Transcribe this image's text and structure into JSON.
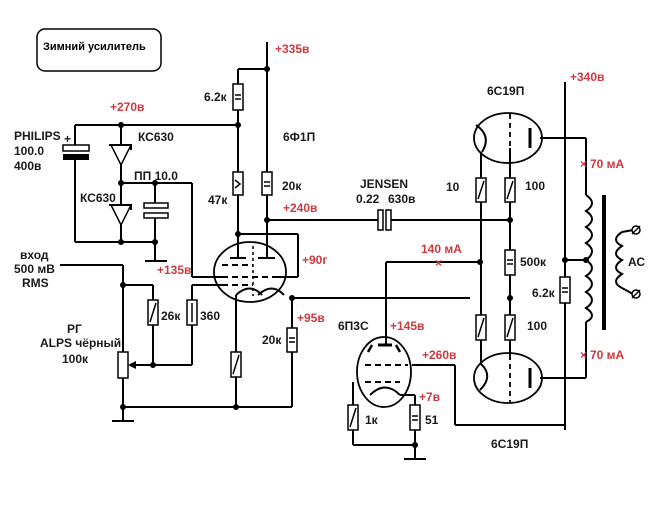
{
  "title": "Зимний усилитель",
  "colors": {
    "wire": "#000000",
    "voltage_label": "#cc3a40",
    "text": "#1a1a1a",
    "background": "#ffffff"
  },
  "tubes": {
    "driver": "6Ф1П",
    "output_upper": "6С19П",
    "output_lower": "6С19П",
    "regulator": "6П3С"
  },
  "voltages": {
    "b335": "+335в",
    "b340": "+340в",
    "v270": "+270в",
    "v240": "+240в",
    "v135": "+135в",
    "v90": "+90г",
    "v95": "+95в",
    "v145": "+145в",
    "v260": "+260в",
    "v7": "+7в"
  },
  "currents": {
    "i140": "140 мА",
    "i70_top": "70 мА",
    "i70_bottom": "70 мА"
  },
  "components": {
    "cap_main_brand": "PHILIPS",
    "cap_main_value": "100.0",
    "cap_main_voltage": "400в",
    "cap_plus": "+",
    "zener_top": "КС630",
    "zener_bottom": "КС630",
    "cap_pp": "ПП 10.0",
    "r_62k_top": "6.2к",
    "r_47k": "47к",
    "r_20k_top": "20к",
    "coupling_brand": "JENSEN",
    "coupling_value": "0.22",
    "coupling_voltage": "630в",
    "r_10": "10",
    "r_100_top": "100",
    "r_500k": "500к",
    "r_62k_right": "6.2к",
    "r_100_bottom": "100",
    "r_26k": "26к",
    "r_360": "360",
    "r_20k_bottom": "20к",
    "r_1k": "1к",
    "r_51": "51",
    "speaker": "АС"
  },
  "input": {
    "line1": "вход",
    "line2": "500 мВ",
    "line3": "RMS"
  },
  "volume": {
    "line1": "РГ",
    "line2": "ALPS чёрный",
    "line3": "100к"
  }
}
